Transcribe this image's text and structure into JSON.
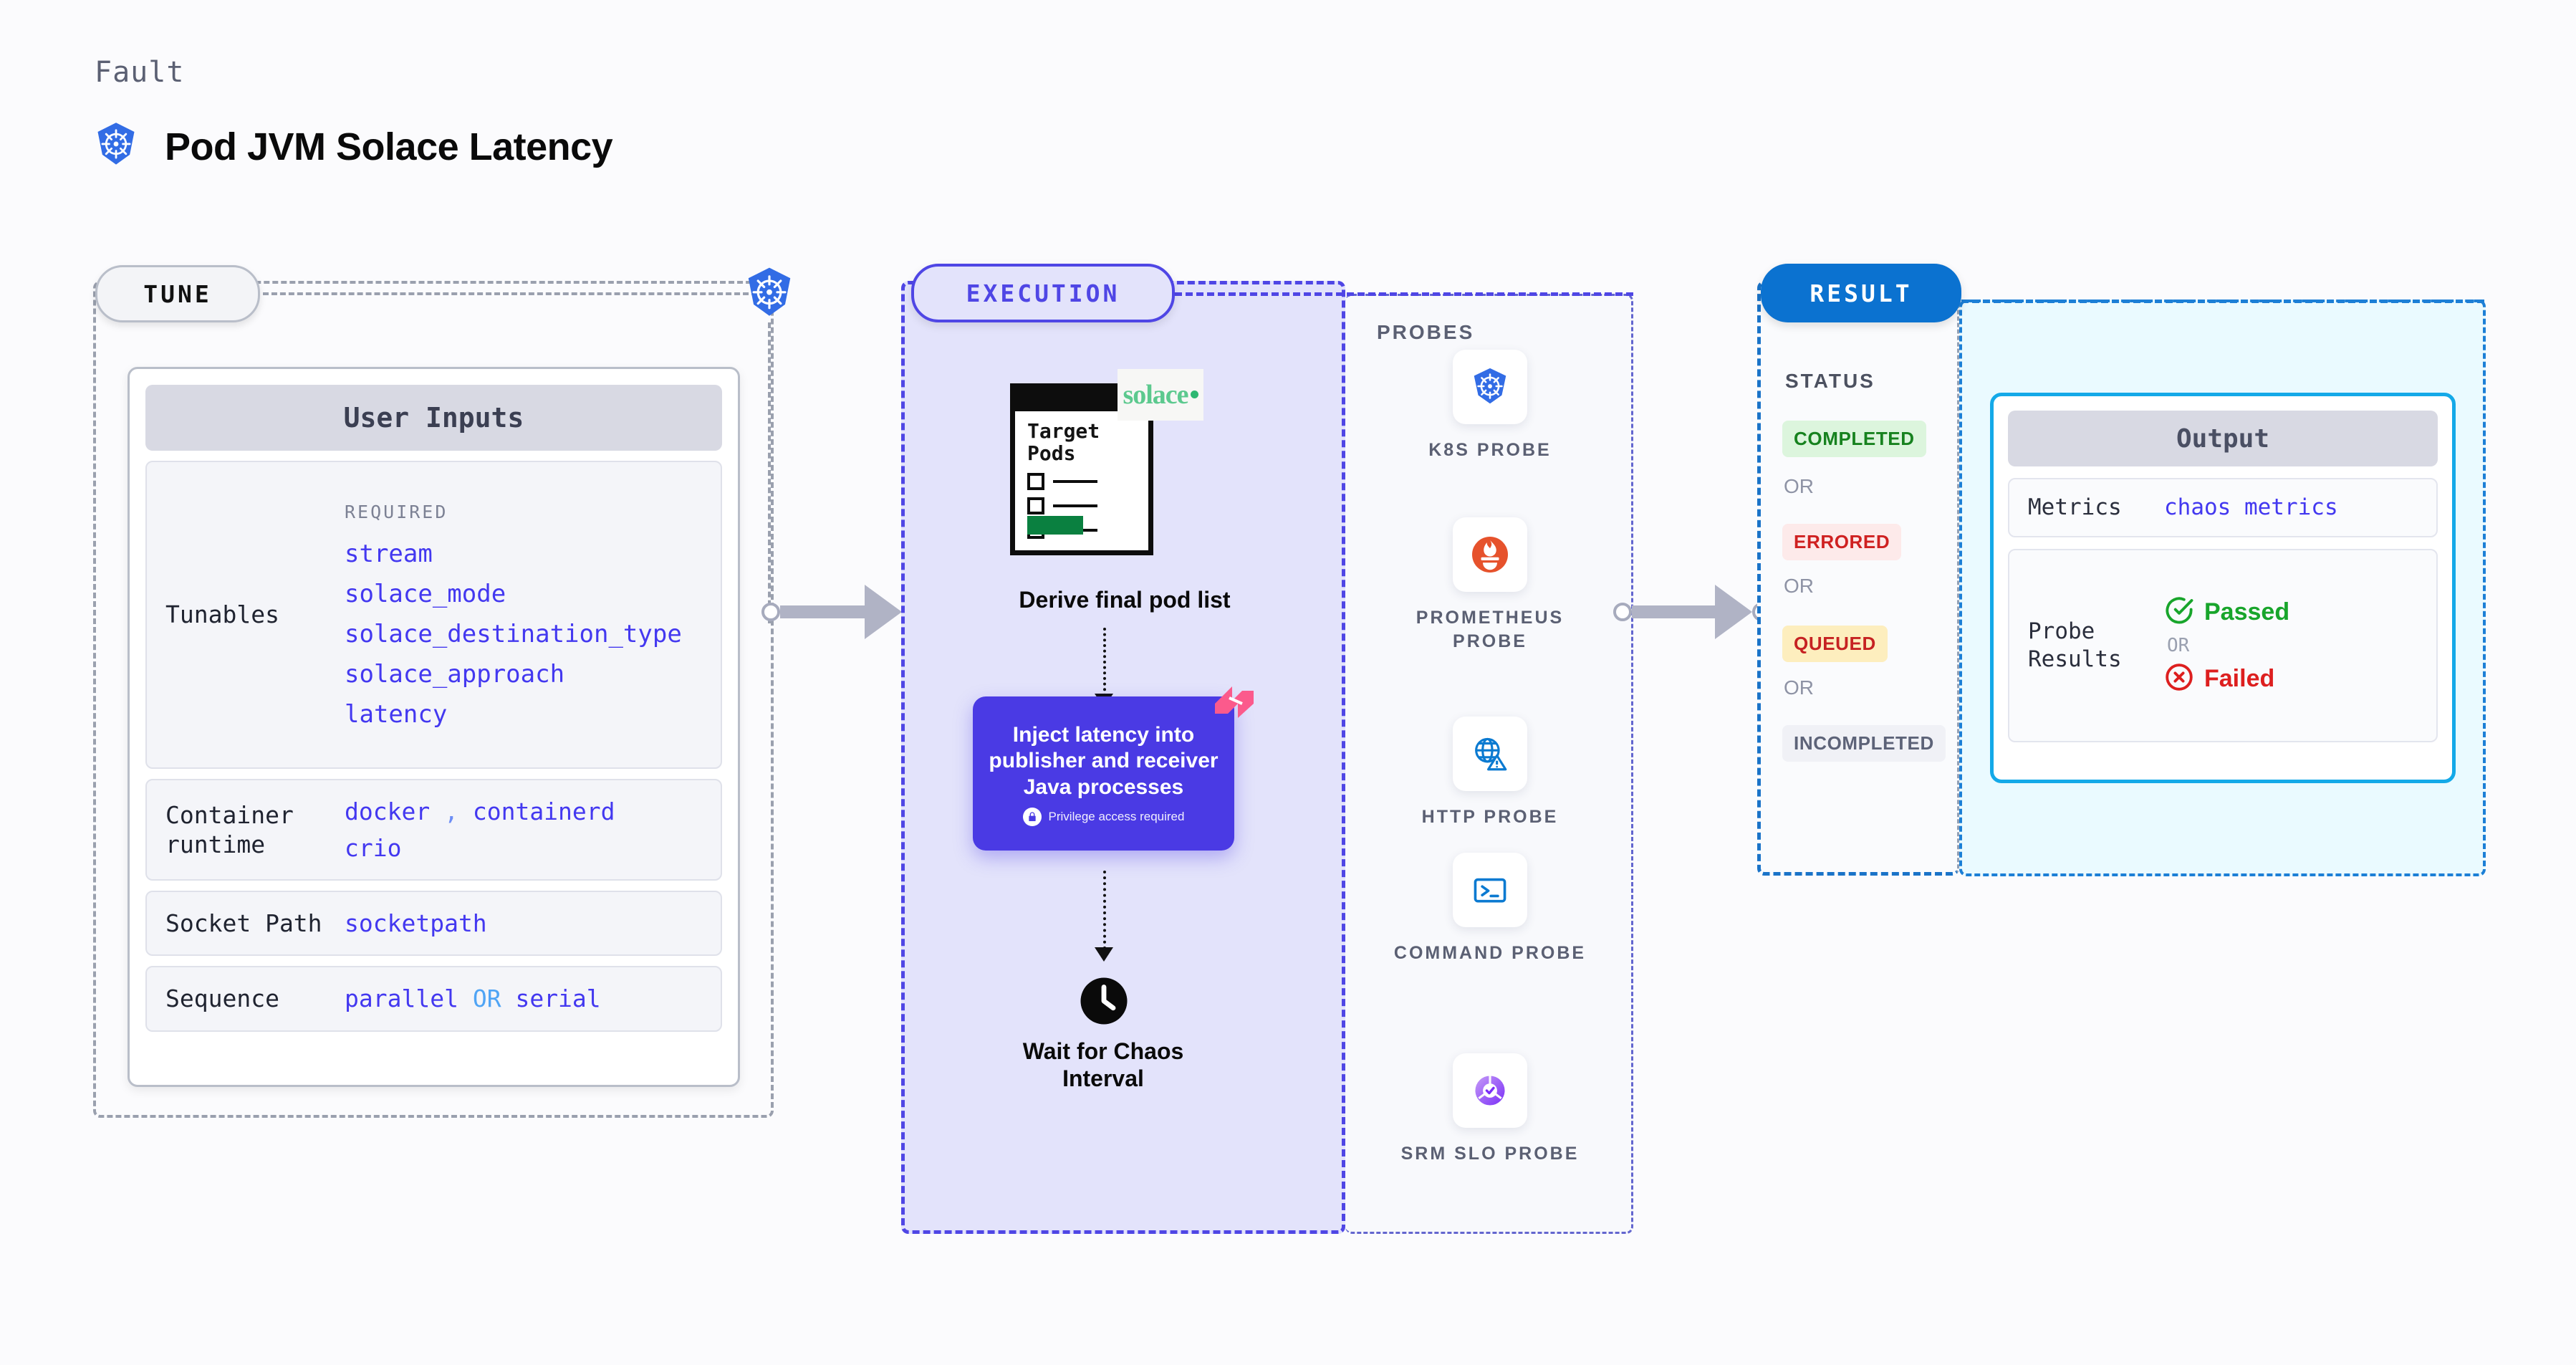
{
  "header": {
    "kicker": "Fault",
    "title": "Pod JVM Solace Latency",
    "icon": "kubernetes-icon"
  },
  "stages": {
    "tune": {
      "pill_label": "TUNE",
      "badge_icon": "kubernetes-icon"
    },
    "execution": {
      "pill_label": "EXECUTION"
    },
    "result": {
      "pill_label": "RESULT"
    }
  },
  "tune": {
    "card_title": "User Inputs",
    "rows": [
      {
        "label": "Tunables",
        "required_tag": "REQUIRED",
        "items": [
          "stream",
          "solace_mode",
          "solace_destination_type",
          "solace_approach",
          "latency"
        ]
      },
      {
        "label": "Container runtime",
        "values": [
          "docker",
          ",",
          "containerd",
          "crio"
        ]
      },
      {
        "label": "Socket Path",
        "values": [
          "socketpath"
        ]
      },
      {
        "label": "Sequence",
        "values": [
          "parallel",
          "OR",
          "serial"
        ]
      }
    ]
  },
  "execution": {
    "doc": {
      "title_line1": "Target",
      "title_line2": "Pods",
      "brand": "solace",
      "icon": "document-checklist-icon"
    },
    "step1_caption": "Derive final pod list",
    "inject": {
      "text": "Inject latency into publisher and receiver Java processes",
      "privilege_note": "Privilege access required",
      "privilege_icon": "lock-icon",
      "corner_badge_icon": "litmus-badge-icon",
      "color": "#4a3ae4"
    },
    "wait": {
      "icon": "clock-icon",
      "caption_line1": "Wait for Chaos",
      "caption_line2": "Interval"
    }
  },
  "probes": {
    "title": "PROBES",
    "items": [
      {
        "label": "K8S PROBE",
        "icon": "kubernetes-icon"
      },
      {
        "label": "PROMETHEUS PROBE",
        "icon": "prometheus-icon"
      },
      {
        "label": "HTTP PROBE",
        "icon": "http-globe-warning-icon"
      },
      {
        "label": "COMMAND PROBE",
        "icon": "terminal-icon"
      },
      {
        "label": "SRM SLO PROBE",
        "icon": "srm-slo-icon"
      }
    ]
  },
  "result": {
    "status_title": "STATUS",
    "or_label": "OR",
    "statuses": [
      {
        "label": "COMPLETED",
        "bg": "#dcf5dd",
        "fg": "#17821f"
      },
      {
        "label": "ERRORED",
        "bg": "#fdeaea",
        "fg": "#cf2121"
      },
      {
        "label": "QUEUED",
        "bg": "#fdeebe",
        "fg": "#c62222"
      },
      {
        "label": "INCOMPLETED",
        "bg": "#f0f1f6",
        "fg": "#5d6378"
      }
    ]
  },
  "output": {
    "card_title": "Output",
    "metrics_label": "Metrics",
    "metrics_value": "chaos metrics",
    "probe_results_label": "Probe Results",
    "passed_label": "Passed",
    "failed_label": "Failed",
    "or_label": "OR",
    "passed_icon": "check-circle-icon",
    "failed_icon": "x-circle-icon"
  },
  "colors": {
    "accent_indigo": "#4f46e5",
    "accent_blue": "#0b72d0",
    "accent_cyan": "#14a9e8",
    "code_violet": "#4338f0"
  }
}
